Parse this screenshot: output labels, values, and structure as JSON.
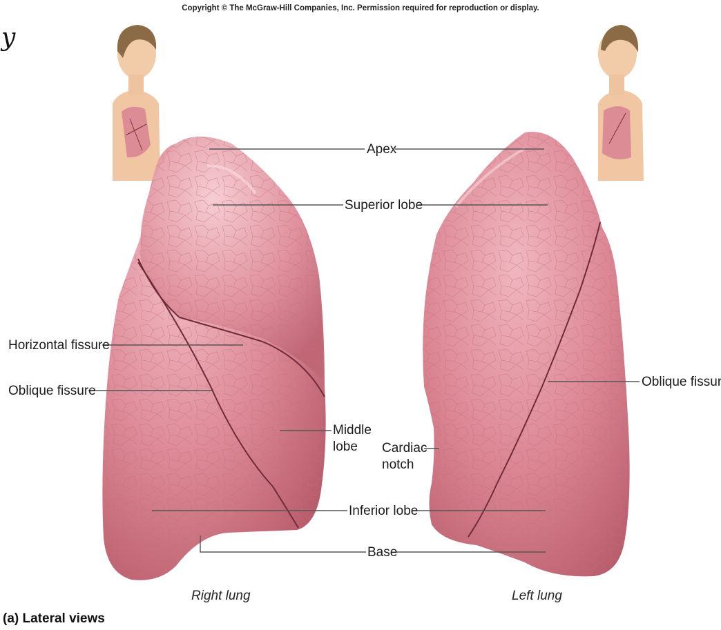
{
  "copyright": "Copyright © The McGraw-Hill Companies, Inc. Permission required for reproduction or display.",
  "corner_glyph": "y",
  "labels": {
    "apex": "Apex",
    "superior_lobe": "Superior lobe",
    "horizontal_fissure": "Horizontal fissure",
    "oblique_fissure_right": "Oblique fissure",
    "oblique_fissure_left": "Oblique fissure",
    "middle_lobe": "Middle\nlobe",
    "cardiac_notch": "Cardiac\nnotch",
    "inferior_lobe": "Inferior lobe",
    "base": "Base"
  },
  "views": {
    "right": "Right lung",
    "left": "Left lung"
  },
  "caption": "(a) Lateral views",
  "colors": {
    "lung_fill": "#d97f8d",
    "lung_light": "#efb2bb",
    "lung_dark": "#b85a6a",
    "fissure": "#6e2c3a",
    "leader": "#555555",
    "skin": "#f0c7a2",
    "hair": "#8b6b45"
  }
}
